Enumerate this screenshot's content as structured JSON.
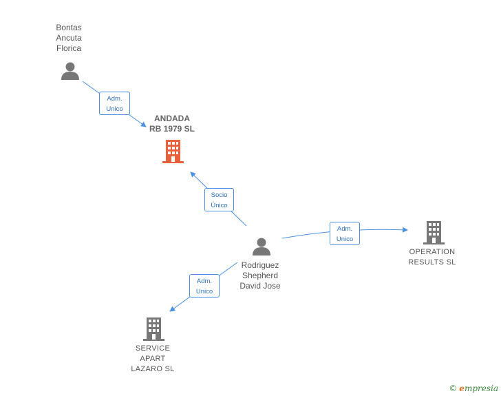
{
  "colors": {
    "edge": "#4a90e2",
    "person_icon": "#777777",
    "company_icon": "#777777",
    "highlight_company_icon": "#e8603c",
    "label_text": "#555555"
  },
  "nodes": {
    "bontas": {
      "lines": [
        "Bontas",
        "Ancuta",
        "Florica"
      ],
      "icon": "person-icon"
    },
    "andada": {
      "lines": [
        "ANDADA",
        "RB 1979  SL"
      ],
      "icon": "building-icon",
      "highlighted": true
    },
    "rodriguez": {
      "lines": [
        "Rodriguez",
        "Shepherd",
        "David Jose"
      ],
      "icon": "person-icon"
    },
    "operation": {
      "lines": [
        "OPERATION",
        "RESULTS  SL"
      ],
      "icon": "building-icon"
    },
    "service": {
      "lines": [
        "SERVICE",
        "APART",
        "LAZARO SL"
      ],
      "icon": "building-icon"
    }
  },
  "edges": {
    "bontas_andada": {
      "lines": [
        "Adm.",
        "Unico"
      ]
    },
    "rodriguez_andada": {
      "lines": [
        "Socio",
        "Único"
      ]
    },
    "rodriguez_operation": {
      "lines": [
        "Adm.",
        "Unico"
      ]
    },
    "rodriguez_service": {
      "lines": [
        "Adm.",
        "Unico"
      ]
    }
  },
  "brand": {
    "copyright_symbol": "©",
    "name_first": "e",
    "name_rest": "mpresia"
  }
}
